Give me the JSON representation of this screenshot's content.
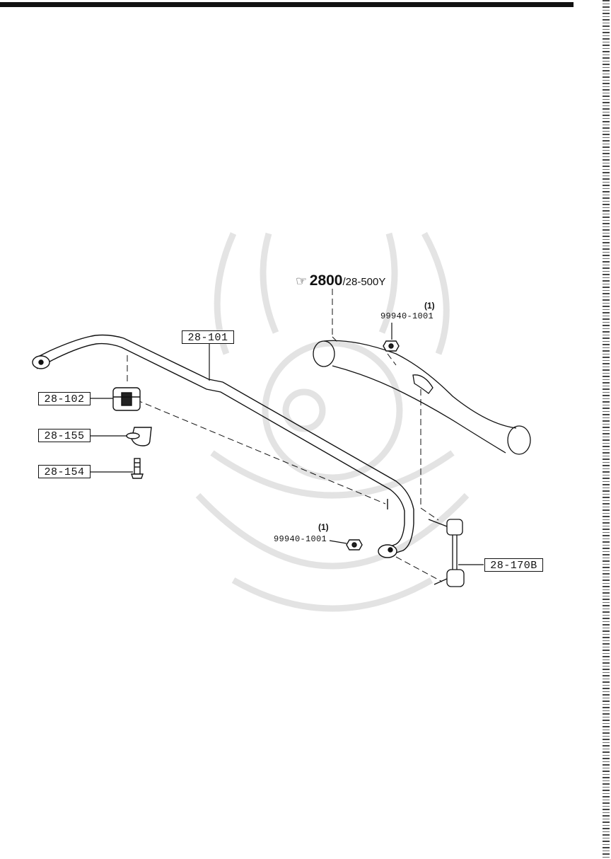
{
  "callouts": {
    "stabilizer_bar": "28-101",
    "bushing": "28-102",
    "bracket": "28-155",
    "bolt": "28-154",
    "control_link": "28-170B"
  },
  "nut_upper": {
    "qty": "(1)",
    "number": "99940-1001"
  },
  "nut_lower": {
    "qty": "(1)",
    "number": "99940-1001"
  },
  "reference": {
    "main": "2800",
    "sub": "/28-500Y",
    "arrow_glyph": "☞"
  }
}
